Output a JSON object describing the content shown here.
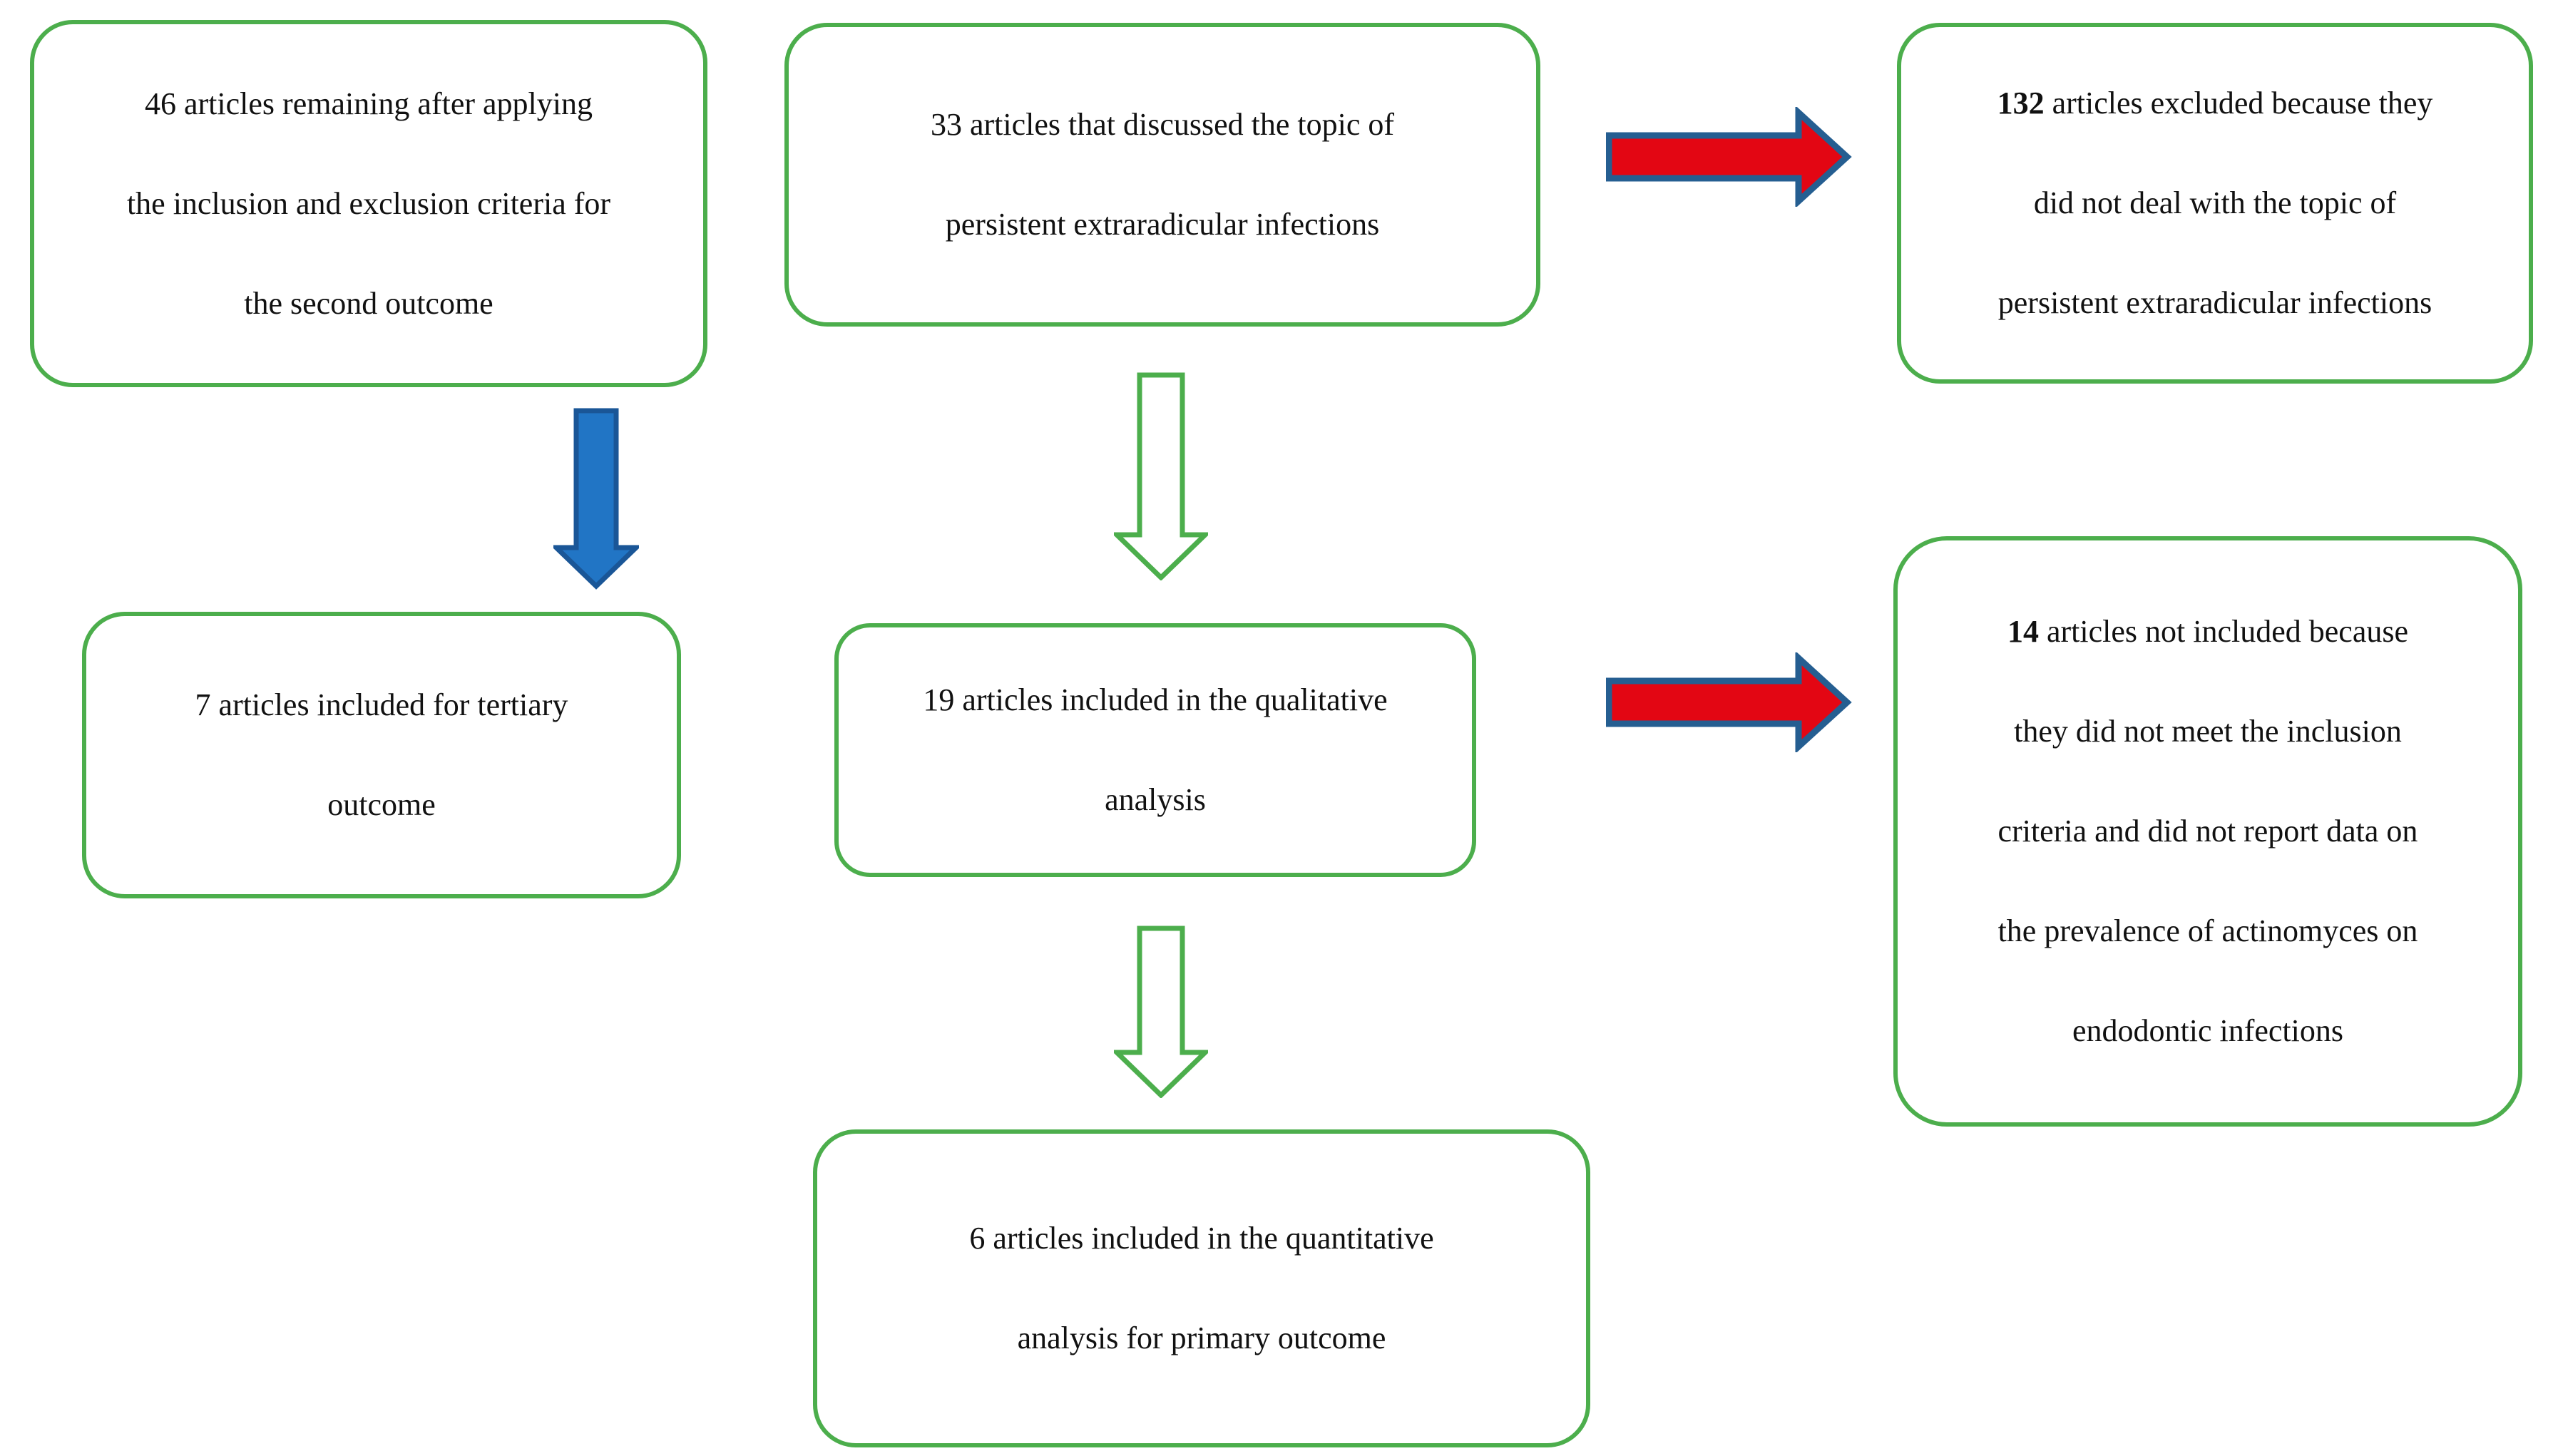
{
  "colors": {
    "green": "#4cae4c",
    "red-fill": "#e30613",
    "red-border": "#255e91",
    "blue-fill": "#2175c5",
    "blue-border": "#1a5697",
    "text": "#111111",
    "background": "#ffffff"
  },
  "boxes": {
    "remaining46": {
      "lines": [
        "46 articles remaining after applying",
        "the inclusion and exclusion criteria for",
        "the second outcome"
      ]
    },
    "discussed33": {
      "lines": [
        "33 articles that discussed the topic of",
        "persistent extraradicular infections"
      ]
    },
    "excluded132": {
      "bold": "132",
      "bold_rest": " articles excluded because they",
      "lines": [
        "did not deal with the topic of",
        "persistent extraradicular infections"
      ]
    },
    "tertiary7": {
      "lines": [
        "7 articles included for tertiary",
        "outcome"
      ]
    },
    "qualitative19": {
      "lines": [
        "19 articles included in the qualitative",
        "analysis"
      ]
    },
    "notIncluded14": {
      "bold": "14",
      "bold_rest": " articles not included because",
      "lines": [
        "they did not meet the inclusion",
        "criteria and did not report data on",
        "the prevalence of actinomyces on",
        "endodontic infections"
      ]
    },
    "quantitative6": {
      "lines": [
        "6 articles included in the quantitative",
        "analysis for primary outcome"
      ]
    }
  },
  "arrows": [
    {
      "id": "red-arrow-top",
      "direction": "right",
      "from": "discussed33",
      "to": "excluded132",
      "style": "red fill, blue border"
    },
    {
      "id": "blue-arrow-down",
      "direction": "down",
      "from": "remaining46",
      "to": "tertiary7",
      "style": "solid blue"
    },
    {
      "id": "green-arrow-down-1",
      "direction": "down",
      "from": "discussed33",
      "to": "qualitative19",
      "style": "green outline, hollow"
    },
    {
      "id": "red-arrow-middle",
      "direction": "right",
      "from": "qualitative19",
      "to": "notIncluded14",
      "style": "red fill, blue border"
    },
    {
      "id": "green-arrow-down-2",
      "direction": "down",
      "from": "qualitative19",
      "to": "quantitative6",
      "style": "green outline, hollow"
    }
  ]
}
